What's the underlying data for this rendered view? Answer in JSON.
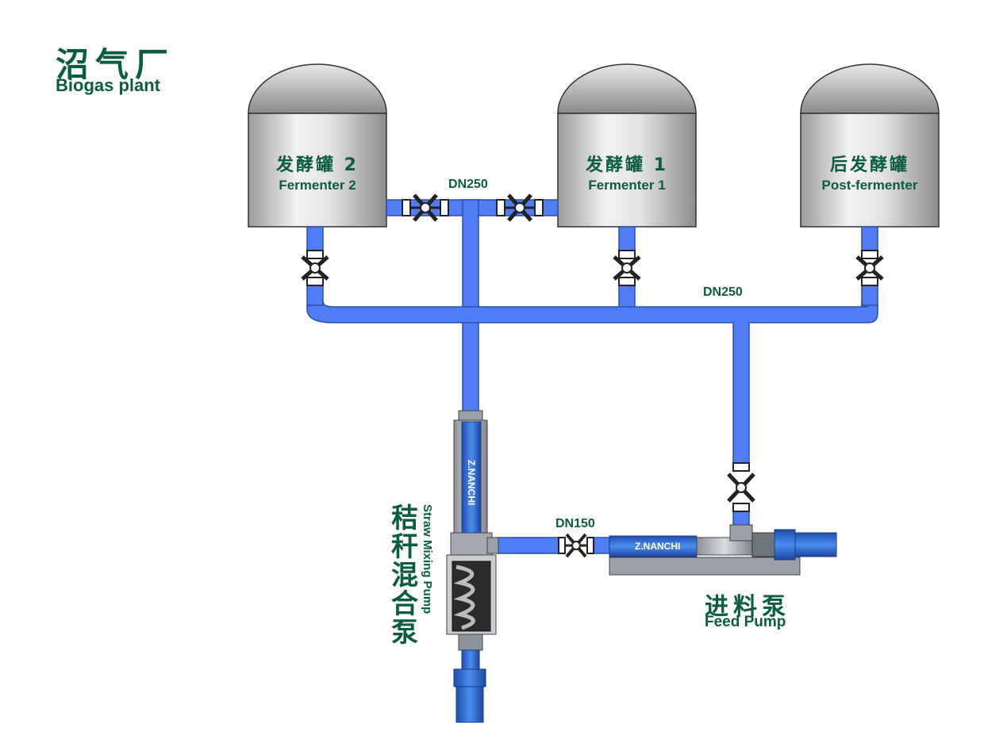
{
  "header": {
    "title_cn": "沼气厂",
    "title_en": "Biogas plant"
  },
  "tanks": [
    {
      "cn": "发酵罐 2",
      "en": "Fermenter 2"
    },
    {
      "cn": "发酵罐 1",
      "en": "Fermenter 1"
    },
    {
      "cn": "后发酵罐",
      "en": "Post-fermenter"
    }
  ],
  "pipes": {
    "top_link": "DN250",
    "manifold": "DN250",
    "pump_link": "DN150"
  },
  "straw_pump": {
    "cn": "秸秆混合泵",
    "en": "Straw Mixing Pump",
    "brand": "Z.NANCHI"
  },
  "feed_pump": {
    "cn": "进料泵",
    "en": "Feed Pump",
    "brand": "Z.NANCHI"
  },
  "colors": {
    "pipe": "#4f7df5",
    "pipe_edge": "#2f4fa8",
    "tank_top": "#9a9a9a",
    "label": "#0b5d3f",
    "pump_blue": "#2f6fd0"
  }
}
